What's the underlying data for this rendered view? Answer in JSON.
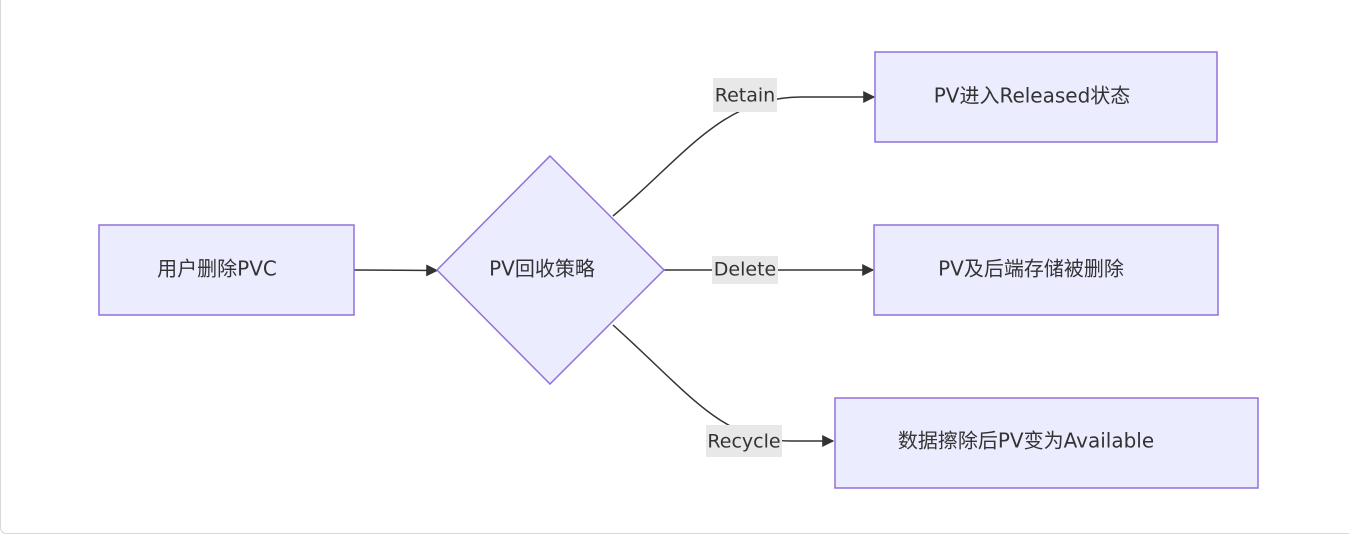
{
  "colors": {
    "node_fill": "#ECECFF",
    "node_stroke": "#9370DB",
    "edge": "#333333",
    "label_bg": "#E8E8E8",
    "text": "#333333"
  },
  "nodes": {
    "start": "用户删除PVC",
    "decision": "PV回收策略",
    "retain": "PV进入Released状态",
    "delete": "PV及后端存储被删除",
    "recycle": "数据擦除后PV变为Available"
  },
  "edges": {
    "retain": "Retain",
    "delete": "Delete",
    "recycle": "Recycle"
  }
}
